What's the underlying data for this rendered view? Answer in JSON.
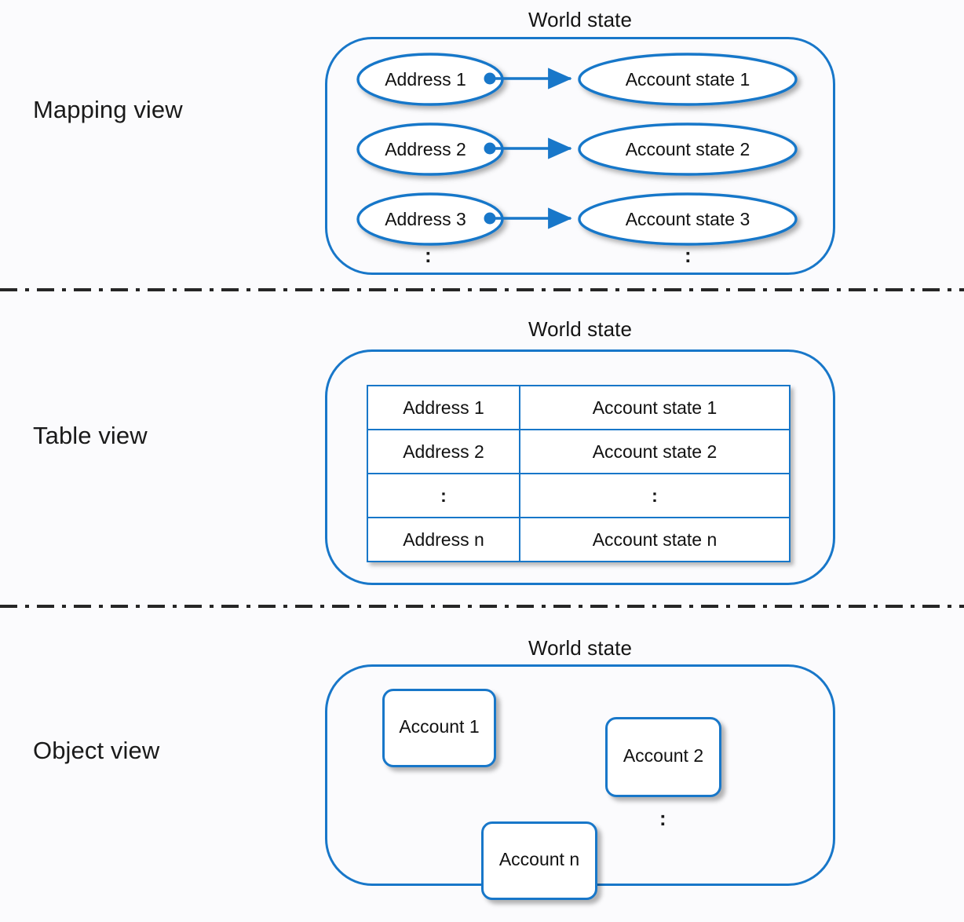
{
  "colors": {
    "accent_blue": "#1877c9",
    "text": "#111111",
    "background": "#fbfbfd",
    "separator": "#262626"
  },
  "sections": [
    {
      "id": "mapping",
      "view_label": "Mapping view",
      "world_title": "World state",
      "pairs": [
        {
          "address": "Address 1",
          "account_state": "Account state 1"
        },
        {
          "address": "Address 2",
          "account_state": "Account state 2"
        },
        {
          "address": "Address 3",
          "account_state": "Account state 3"
        }
      ],
      "continuation_left": ":",
      "continuation_right": ":"
    },
    {
      "id": "table",
      "view_label": "Table view",
      "world_title": "World state",
      "rows": [
        {
          "address": "Address 1",
          "account_state": "Account state 1"
        },
        {
          "address": "Address 2",
          "account_state": "Account state 2"
        },
        {
          "address": ":",
          "account_state": ":"
        },
        {
          "address": "Address n",
          "account_state": "Account state n"
        }
      ]
    },
    {
      "id": "object",
      "view_label": "Object view",
      "world_title": "World state",
      "accounts": [
        {
          "label": "Account 1"
        },
        {
          "label": "Account 2"
        },
        {
          "label": "Account n"
        }
      ],
      "continuation": ":"
    }
  ]
}
